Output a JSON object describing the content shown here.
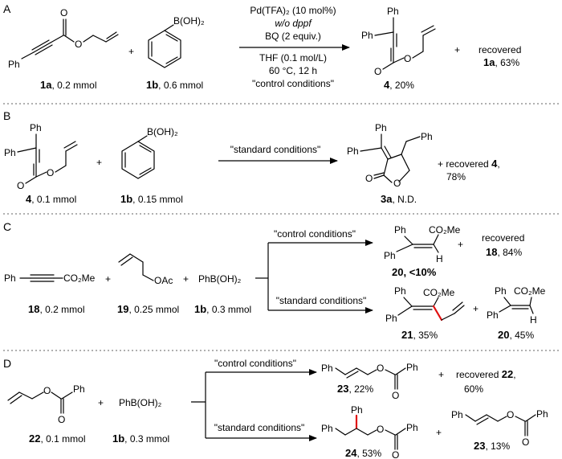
{
  "panels": {
    "A": {
      "letter": "A",
      "conditions": [
        "Pd(TFA)₂ (10 mol%)",
        "w/o dppf",
        "BQ (2 equiv.)",
        "THF (0.1 mol/L)",
        "60 °C, 12 h",
        "\"control conditions\""
      ],
      "sm1_label": "1a",
      "sm1_amount": ", 0.2 mmol",
      "sm2_label": "1b",
      "sm2_amount": ", 0.6 mmol",
      "prod_label": "4",
      "prod_yield": ",  20%",
      "recovered_text": "recovered",
      "recovered_label": "1a",
      "recovered_yield": ", 63%"
    },
    "B": {
      "letter": "B",
      "conditions": "\"standard conditions\"",
      "sm1_label": "4",
      "sm1_amount": ", 0.1 mmol",
      "sm2_label": "1b",
      "sm2_amount": ", 0.15 mmol",
      "prod_label": "3a",
      "prod_yield": ", N.D.",
      "recovered_text": "recovered",
      "recovered_label": "4",
      "recovered_yield": "78%"
    },
    "C": {
      "letter": "C",
      "upper_conditions": "\"control conditions\"",
      "lower_conditions": "\"standard conditions\"",
      "sm1_label": "18",
      "sm1_amount": ", 0.2 mmol",
      "sm2_label": "19",
      "sm2_amount": ", 0.25 mmol",
      "sm3_label": "1b",
      "sm3_amount": ", 0.3 mmol",
      "p1_label": "20",
      "p1_yield": ", <10%",
      "recovered_text": "recovered",
      "recovered_label": "18",
      "recovered_yield": ", 84%",
      "p2_label": "21",
      "p2_yield": ", 35%",
      "p3_label": "20",
      "p3_yield": ", 45%"
    },
    "D": {
      "letter": "D",
      "upper_conditions": "\"control conditions\"",
      "lower_conditions": "\"standard conditions\"",
      "sm1_label": "22",
      "sm1_amount": ", 0.1 mmol",
      "sm2_label": "1b",
      "sm2_amount": ", 0.3 mmol",
      "p1_label": "23",
      "p1_yield": ", 22%",
      "recovered_text": "recovered",
      "recovered_label": "22",
      "recovered_yield": "60%",
      "p2_label": "24",
      "p2_yield": ",  53%",
      "p3_label": "23",
      "p3_yield": ", 13%"
    }
  },
  "atoms": {
    "ph": "Ph",
    "o": "O",
    "h": "H",
    "boh2": "B(OH)₂",
    "phboh2": "PhB(OH)₂",
    "co2me": "CO₂Me",
    "oac": "OAc",
    "plus": "+"
  }
}
